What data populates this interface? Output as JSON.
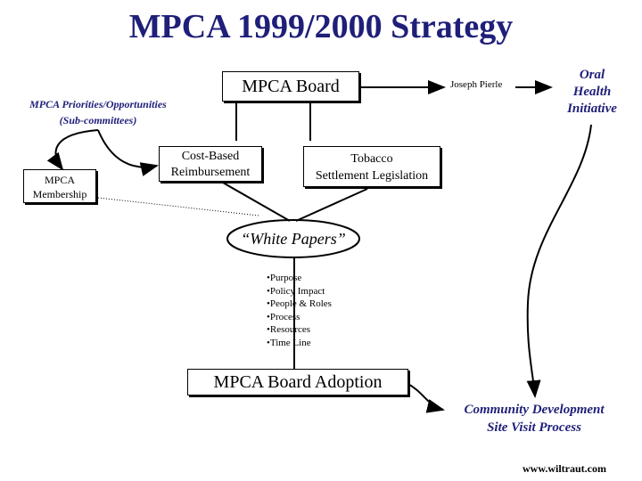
{
  "title": "MPCA 1999/2000 Strategy",
  "priorities": {
    "line1": "MPCA Priorities/Opportunities",
    "line2": "(Sub-committees)"
  },
  "board": "MPCA Board",
  "joseph": "Joseph Pierle",
  "oral": {
    "line1": "Oral",
    "line2": "Health",
    "line3": "Initiative"
  },
  "membership": {
    "line1": "MPCA",
    "line2": "Membership"
  },
  "cost": {
    "line1": "Cost-Based",
    "line2": "Reimbursement"
  },
  "tobacco": {
    "line1": "Tobacco",
    "line2": "Settlement Legislation"
  },
  "white_papers": "“White Papers”",
  "bullets": [
    "Purpose",
    "Policy Impact",
    "People & Roles",
    "Process",
    "Resources",
    "Time Line"
  ],
  "adoption": "MPCA Board Adoption",
  "community": {
    "line1": "Community Development",
    "line2": "Site Visit Process"
  },
  "website": "www.wiltraut.com"
}
